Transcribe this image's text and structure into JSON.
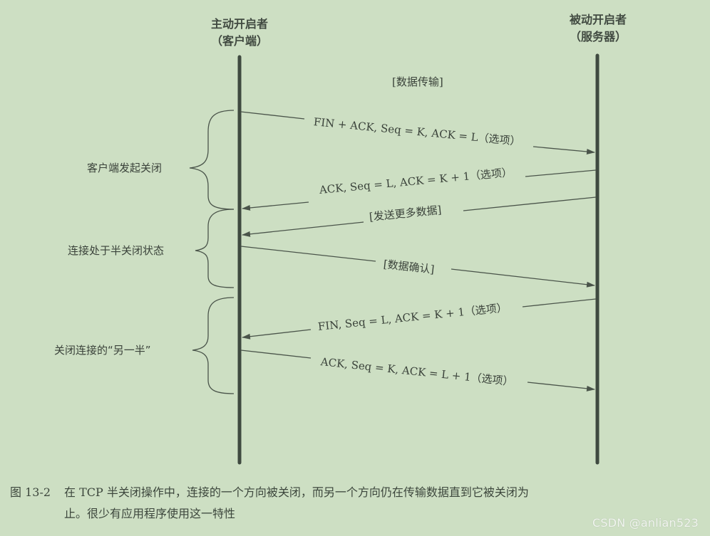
{
  "figure": {
    "actors": {
      "client": {
        "title": "主动开启者",
        "subtitle": "（客户端）"
      },
      "server": {
        "title": "被动开启者",
        "subtitle": "（服务器）"
      }
    },
    "initial_note": "[数据传输]",
    "phases": [
      {
        "label": "客户端发起关闭"
      },
      {
        "label": "连接处于半关闭状态"
      },
      {
        "label": "关闭连接的“另一半”"
      }
    ],
    "messages": [
      {
        "direction": "client-to-server",
        "label": "FIN + ACK, Seq = K, ACK = L（选项）"
      },
      {
        "direction": "server-to-client",
        "label": "ACK, Seq = L, ACK = K + 1（选项）"
      },
      {
        "direction": "server-to-client",
        "label": "[发送更多数据]"
      },
      {
        "direction": "client-to-server",
        "label": "[数据确认]"
      },
      {
        "direction": "server-to-client",
        "label": "FIN, Seq = L, ACK = K + 1（选项）"
      },
      {
        "direction": "client-to-server",
        "label": "ACK, Seq = K, ACK = L + 1（选项）"
      }
    ],
    "colors": {
      "background": "#cddfc3",
      "lifeline": "#3f4a40",
      "arrow": "#4a544a",
      "text": "#3a423a"
    }
  },
  "caption": {
    "number": "图 13-2",
    "line1": "在 TCP 半关闭操作中，连接的一个方向被关闭，而另一个方向仍在传输数据直到它被关闭为",
    "line2": "止。很少有应用程序使用这一特性"
  },
  "watermark": "CSDN @anlian523"
}
